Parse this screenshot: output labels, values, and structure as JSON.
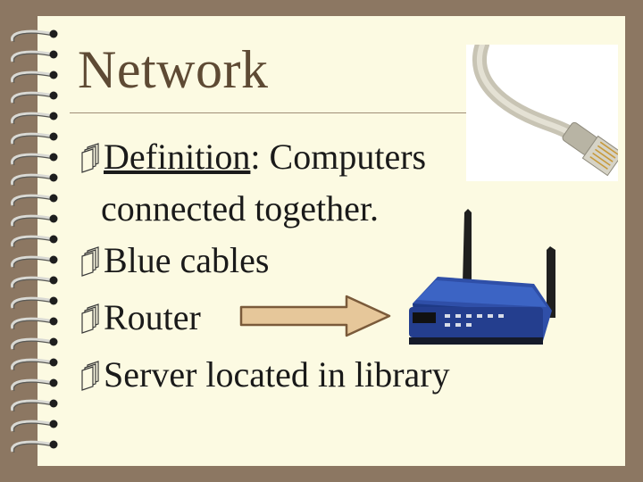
{
  "slide": {
    "title": "Network",
    "bullets": [
      {
        "label": "Definition",
        "text": ": Computers",
        "continuation": "connected together."
      },
      {
        "text": "Blue cables"
      },
      {
        "text": "Router"
      },
      {
        "text": "Server located in library"
      }
    ],
    "bullet_icon": "stacked-pages-icon",
    "colors": {
      "background": "#8c7762",
      "page": "#fcfae2",
      "title": "#5e4a34",
      "arrow_fill": "#e6c79a",
      "arrow_stroke": "#7a5a3a",
      "router_body": "#2f4fa8"
    },
    "images": {
      "cable": "ethernet-cable-photo",
      "router": "wireless-router-photo"
    }
  }
}
